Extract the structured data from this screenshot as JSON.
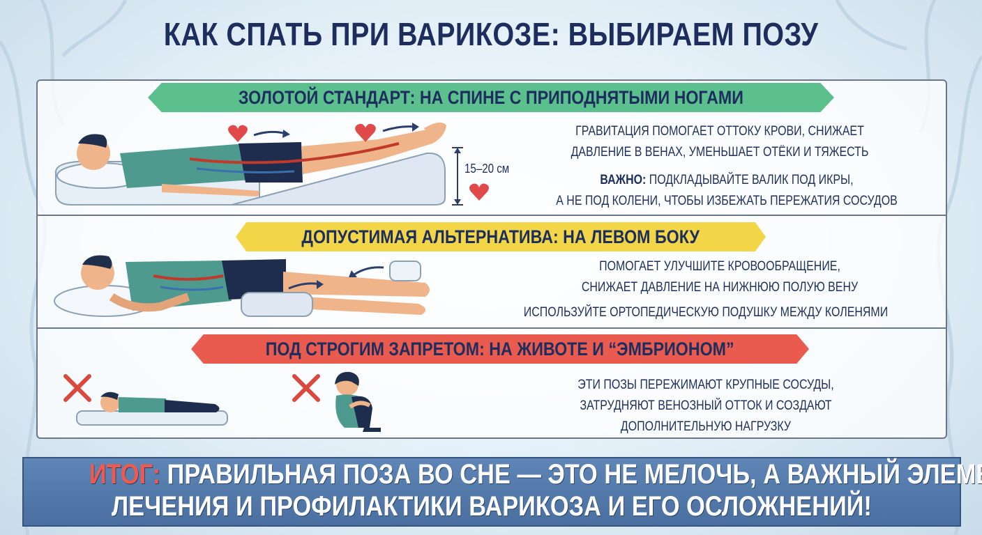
{
  "title": "КАК СПАТЬ ПРИ ВАРИКОЗЕ: ВЫБИРАЕМ ПОЗУ",
  "sections": [
    {
      "banner": "ЗОЛОТОЙ СТАНДАРТ: НА СПИНЕ С ПРИПОДНЯТЫМИ НОГАМИ",
      "banner_color": "#5cbf8e",
      "text_line1": "ГРАВИТАЦИЯ ПОМОГАЕТ ОТТОКУ КРОВИ, СНИЖАЕТ",
      "text_line2": "ДАВЛЕНИЕ В ВЕНАХ, УМЕНЬШАЕТ ОТЁКИ И ТЯЖЕСТЬ",
      "important_label": "ВАЖНО:",
      "important_line1": "ПОДКЛАДЫВАЙТЕ ВАЛИК ПОД ИКРЫ,",
      "important_line2": "А НЕ ПОД КОЛЕНИ, ЧТОБЫ ИЗБЕЖАТЬ ПЕРЕЖАТИЯ СОСУДОВ",
      "measurement": "15–20 см"
    },
    {
      "banner": "ДОПУСТИМАЯ АЛЬТЕРНАТИВА: НА ЛЕВОМ БОКУ",
      "banner_color": "#f2d648",
      "text_line1": "ПОМОГАЕТ УЛУЧШИТЕ КРОВООБРАЩЕНИЕ,",
      "text_line2": "СНИЖАЕТ ДАВЛЕНИЕ НА НИЖНЮЮ ПОЛУЮ ВЕНУ",
      "text_line3": "ИСПОЛЬЗУЙТЕ ОРТОПЕДИЧЕСКУЮ ПОДУШКУ МЕЖДУ КОЛЕНЯМИ"
    },
    {
      "banner": "ПОД СТРОГИМ ЗАПРЕТОМ: НА ЖИВОТЕ И “ЭМБРИОНОМ”",
      "banner_color": "#e85b4e",
      "text_line1": "ЭТИ ПОЗЫ ПЕРЕЖИМАЮТ КРУПНЫЕ СОСУДЫ,",
      "text_line2": "ЗАТРУДНЯЮТ ВЕНОЗНЫЙ ОТТОК И СОЗДАЮТ",
      "text_line3": "ДОПОЛНИТЕЛЬНУЮ НАГРУЗКУ"
    }
  ],
  "conclusion": {
    "label": "ИТОГ:",
    "line1": "ПРАВИЛЬНАЯ ПОЗА ВО СНЕ — ЭТО НЕ МЕЛОЧЬ, А ВАЖНЫЙ ЭЛЕМЕНТ",
    "line2": "ЛЕЧЕНИЯ И ПРОФИЛАКТИКИ ВАРИКОЗА И ЕГО ОСЛОЖНЕНИЙ!"
  },
  "icons": [
    "heart-icon",
    "cross-icon",
    "arrow-icon",
    "pillow-icon"
  ]
}
